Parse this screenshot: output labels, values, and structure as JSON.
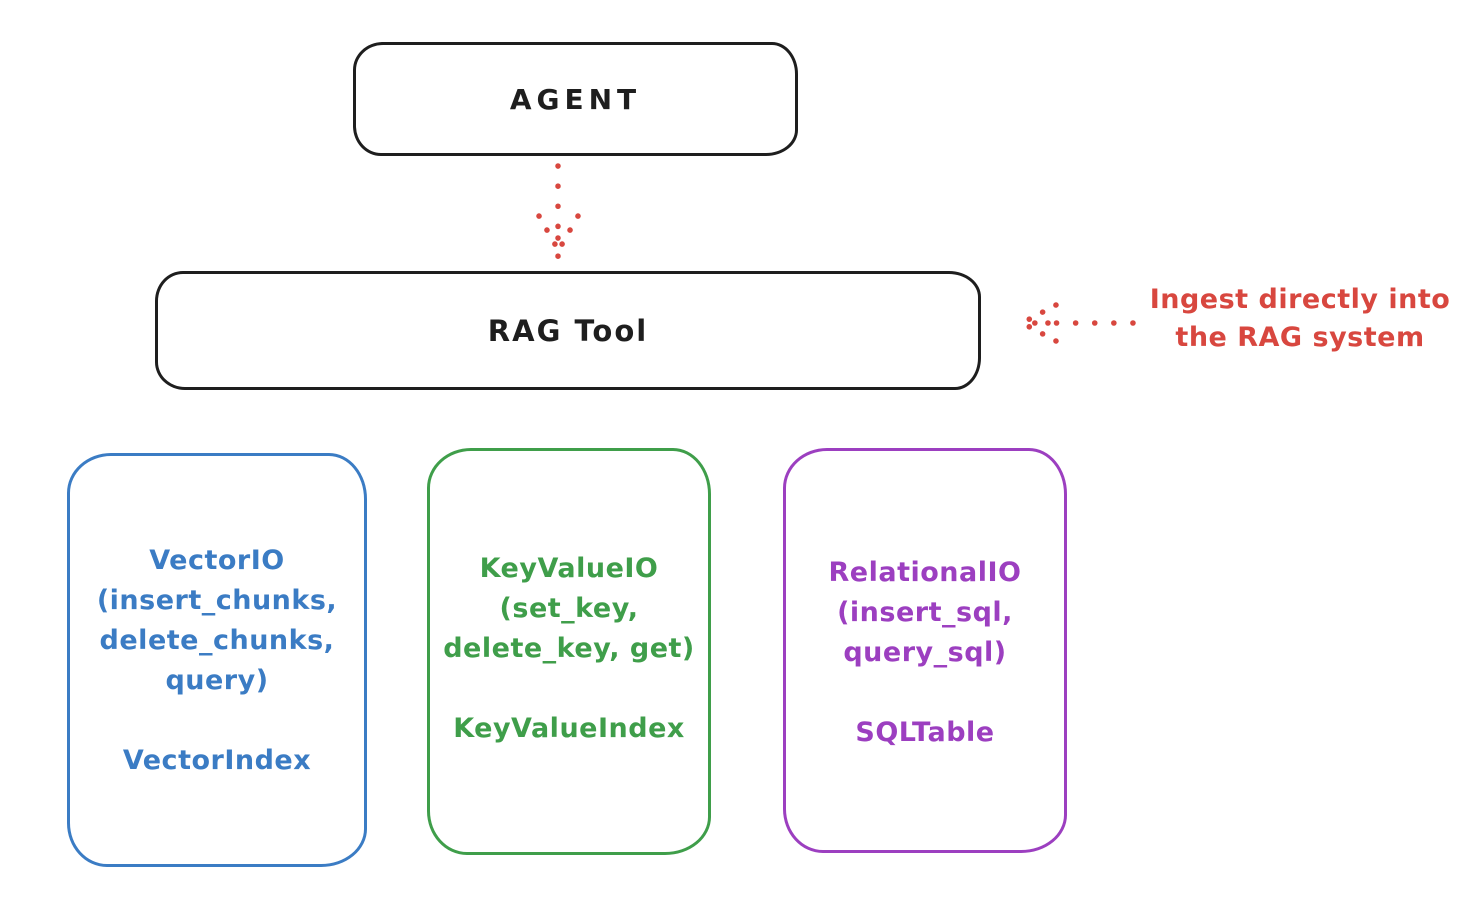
{
  "diagram": {
    "agent": {
      "label": "AGENT"
    },
    "rag_tool": {
      "label": "RAG Tool"
    },
    "annotation": {
      "line1": "Ingest directly into",
      "line2": "the RAG system"
    },
    "colors": {
      "stroke_black": "#1e1e1e",
      "arrow_red": "#d8473f",
      "vector_blue": "#3b7cc4",
      "keyvalue_green": "#3f9e4a",
      "relational_purple": "#9c3fc0",
      "background": "#ffffff"
    },
    "providers": [
      {
        "id": "vector-io",
        "line1": "VectorIO",
        "line2": "(insert_chunks,",
        "line3": "delete_chunks,",
        "line4": "query)",
        "index_label": "VectorIndex"
      },
      {
        "id": "keyvalue-io",
        "line1": "KeyValueIO",
        "line2": "(set_key,",
        "line3": "delete_key, get)",
        "index_label": "KeyValueIndex"
      },
      {
        "id": "relational-io",
        "line1": "RelationalIO",
        "line2": "(insert_sql,",
        "line3": "query_sql)",
        "index_label": "SQLTable"
      }
    ]
  }
}
